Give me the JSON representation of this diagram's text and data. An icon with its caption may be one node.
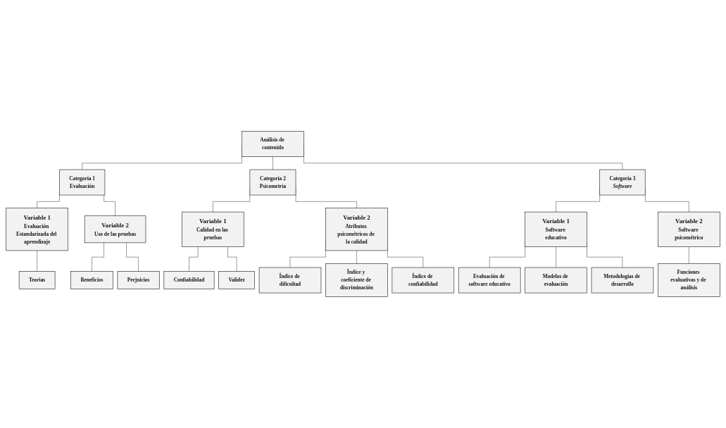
{
  "diagram": {
    "nodes": [
      {
        "text": [
          "Análisis de contenido"
        ]
      },
      {
        "text": [
          "Categoría 1",
          "Evaluación"
        ]
      },
      {
        "text": [
          "Categoría 2",
          "Psicometría"
        ]
      },
      {
        "text": [
          "Categoría 3",
          "Software"
        ]
      },
      {
        "text": [
          "Variable 1",
          "Evaluación Estandarizada del aprendizaje"
        ]
      },
      {
        "text": [
          "Variable 2",
          "Uso de las pruebas"
        ]
      },
      {
        "text": [
          "Variable 1",
          "Calidad en las pruebas"
        ]
      },
      {
        "text": [
          "Variable 2",
          "Atributos psicométricos de la calidad"
        ]
      },
      {
        "text": [
          "Variable 1",
          "Software educativo"
        ]
      },
      {
        "text": [
          "Variable 2",
          "Software psicométrico"
        ]
      },
      {
        "text": [
          "Teorias"
        ]
      },
      {
        "text": [
          "Beneficios"
        ]
      },
      {
        "text": [
          "Perjuicios"
        ]
      },
      {
        "text": [
          "Confiabilidad"
        ]
      },
      {
        "text": [
          "Validez"
        ]
      },
      {
        "text": [
          "Índice de dificultad"
        ]
      },
      {
        "text": [
          "Índice y coeficiente de discriminación"
        ]
      },
      {
        "text": [
          "Índice de confiabilidad"
        ]
      },
      {
        "text": [
          "Evaluación de software educativo"
        ]
      },
      {
        "text": [
          "Modelos de evaluación"
        ]
      },
      {
        "text": [
          "Metodologías de desarrollo"
        ]
      },
      {
        "text": [
          "Funciones evaluativas y de análisis"
        ]
      }
    ],
    "edges": [
      {
        "from": 0,
        "to": 1,
        "arrow": "none"
      },
      {
        "from": 0,
        "to": 2,
        "arrow": "none"
      },
      {
        "from": 0,
        "to": 3,
        "arrow": "none"
      },
      {
        "from": 1,
        "to": 4,
        "arrow": "none"
      },
      {
        "from": 1,
        "to": 5,
        "arrow": "none"
      },
      {
        "from": 2,
        "to": 6,
        "arrow": "none"
      },
      {
        "from": 2,
        "to": 7,
        "arrow": "none"
      },
      {
        "from": 3,
        "to": 8,
        "arrow": "none"
      },
      {
        "from": 3,
        "to": 9,
        "arrow": "none"
      },
      {
        "from": 4,
        "to": 10,
        "arrow": "none"
      },
      {
        "from": 5,
        "to": 11,
        "arrow": "none"
      },
      {
        "from": 5,
        "to": 12,
        "arrow": "none"
      },
      {
        "from": 6,
        "to": 13,
        "arrow": "none"
      },
      {
        "from": 6,
        "to": 14,
        "arrow": "none"
      },
      {
        "from": 7,
        "to": 15,
        "arrow": "none"
      },
      {
        "from": 7,
        "to": 16,
        "arrow": "none"
      },
      {
        "from": 7,
        "to": 17,
        "arrow": "none"
      },
      {
        "from": 8,
        "to": 18,
        "arrow": "none"
      },
      {
        "from": 8,
        "to": 19,
        "arrow": "none"
      },
      {
        "from": 8,
        "to": 20,
        "arrow": "none"
      },
      {
        "from": 9,
        "to": 21,
        "arrow": "none"
      }
    ]
  }
}
